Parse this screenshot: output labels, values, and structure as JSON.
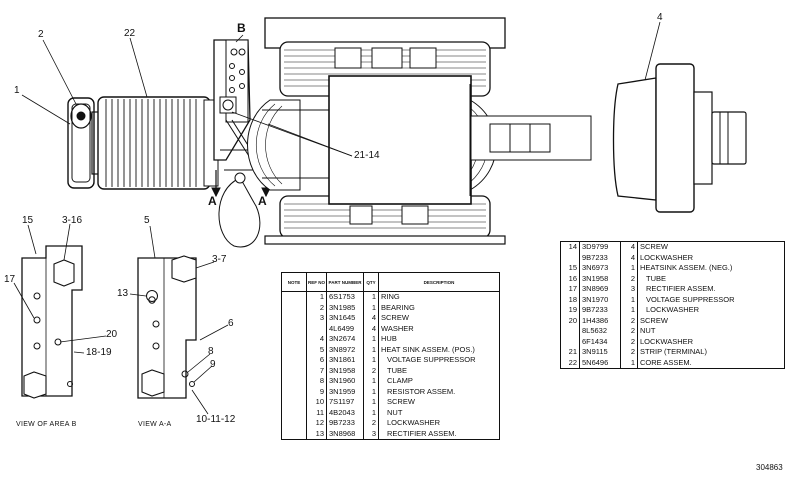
{
  "callouts": {
    "c1": "1",
    "c2": "2",
    "c22": "22",
    "c4": "4",
    "c21_14": "21-14",
    "b_top": "B",
    "a_left": "A",
    "a_right": "A",
    "c15": "15",
    "c3_16": "3-16",
    "c17": "17",
    "c20": "20",
    "c18_19": "18-19",
    "c5": "5",
    "c3_7": "3-7",
    "c13": "13",
    "c6": "6",
    "c8": "8",
    "c9": "9",
    "c10_11_12": "10-11-12"
  },
  "views": {
    "view_b": "VIEW OF AREA B",
    "view_a": "VIEW A-A"
  },
  "table_headers": {
    "note": "NOTE",
    "ref_no": "REF NO",
    "part_number": "PART NUMBER",
    "qty": "QTY",
    "description": "DESCRIPTION"
  },
  "left_table": [
    {
      "note": "",
      "ref": "1",
      "part": "6S1753",
      "qty": "1",
      "desc": "RING",
      "indent": 0
    },
    {
      "note": "",
      "ref": "2",
      "part": "3N1985",
      "qty": "1",
      "desc": "BEARING",
      "indent": 0
    },
    {
      "note": "",
      "ref": "3",
      "part": "3N1645",
      "qty": "4",
      "desc": "SCREW",
      "indent": 0
    },
    {
      "note": "",
      "ref": "",
      "part": "4L6499",
      "qty": "4",
      "desc": "WASHER",
      "indent": 0
    },
    {
      "note": "",
      "ref": "4",
      "part": "3N2674",
      "qty": "1",
      "desc": "HUB",
      "indent": 0
    },
    {
      "note": "",
      "ref": "5",
      "part": "3N8972",
      "qty": "1",
      "desc": "HEAT SINK ASSEM. (POS.)",
      "indent": 0
    },
    {
      "note": "",
      "ref": "6",
      "part": "3N1861",
      "qty": "1",
      "desc": "VOLTAGE SUPPRESSOR",
      "indent": 1
    },
    {
      "note": "",
      "ref": "7",
      "part": "3N1958",
      "qty": "2",
      "desc": "TUBE",
      "indent": 1
    },
    {
      "note": "",
      "ref": "8",
      "part": "3N1960",
      "qty": "1",
      "desc": "CLAMP",
      "indent": 1
    },
    {
      "note": "",
      "ref": "9",
      "part": "3N1959",
      "qty": "1",
      "desc": "RESISTOR ASSEM.",
      "indent": 1
    },
    {
      "note": "",
      "ref": "10",
      "part": "7S1197",
      "qty": "1",
      "desc": "SCREW",
      "indent": 1
    },
    {
      "note": "",
      "ref": "11",
      "part": "4B2043",
      "qty": "1",
      "desc": "NUT",
      "indent": 1
    },
    {
      "note": "",
      "ref": "12",
      "part": "9B7233",
      "qty": "2",
      "desc": "LOCKWASHER",
      "indent": 1
    },
    {
      "note": "",
      "ref": "13",
      "part": "3N8968",
      "qty": "3",
      "desc": "RECTIFIER ASSEM.",
      "indent": 1
    }
  ],
  "right_table": [
    {
      "ref": "14",
      "part": "3D9799",
      "qty": "4",
      "desc": "SCREW",
      "indent": 0
    },
    {
      "ref": "",
      "part": "9B7233",
      "qty": "4",
      "desc": "LOCKWASHER",
      "indent": 0
    },
    {
      "ref": "15",
      "part": "3N6973",
      "qty": "1",
      "desc": "HEATSINK ASSEM. (NEG.)",
      "indent": 0
    },
    {
      "ref": "16",
      "part": "3N1958",
      "qty": "2",
      "desc": "TUBE",
      "indent": 1
    },
    {
      "ref": "17",
      "part": "3N8969",
      "qty": "3",
      "desc": "RECTIFIER ASSEM.",
      "indent": 1
    },
    {
      "ref": "18",
      "part": "3N1970",
      "qty": "1",
      "desc": "VOLTAGE SUPPRESSOR",
      "indent": 1
    },
    {
      "ref": "19",
      "part": "9B7233",
      "qty": "1",
      "desc": "LOCKWASHER",
      "indent": 1
    },
    {
      "ref": "20",
      "part": "1H4386",
      "qty": "2",
      "desc": "SCREW",
      "indent": 0
    },
    {
      "ref": "",
      "part": "8L5632",
      "qty": "2",
      "desc": "NUT",
      "indent": 0
    },
    {
      "ref": "",
      "part": "6F1434",
      "qty": "2",
      "desc": "LOCKWASHER",
      "indent": 0
    },
    {
      "ref": "21",
      "part": "3N9115",
      "qty": "2",
      "desc": "STRIP (TERMINAL)",
      "indent": 0
    },
    {
      "ref": "22",
      "part": "5N6496",
      "qty": "1",
      "desc": "CORE ASSEM.",
      "indent": 0
    }
  ],
  "drawing_number": "304863"
}
